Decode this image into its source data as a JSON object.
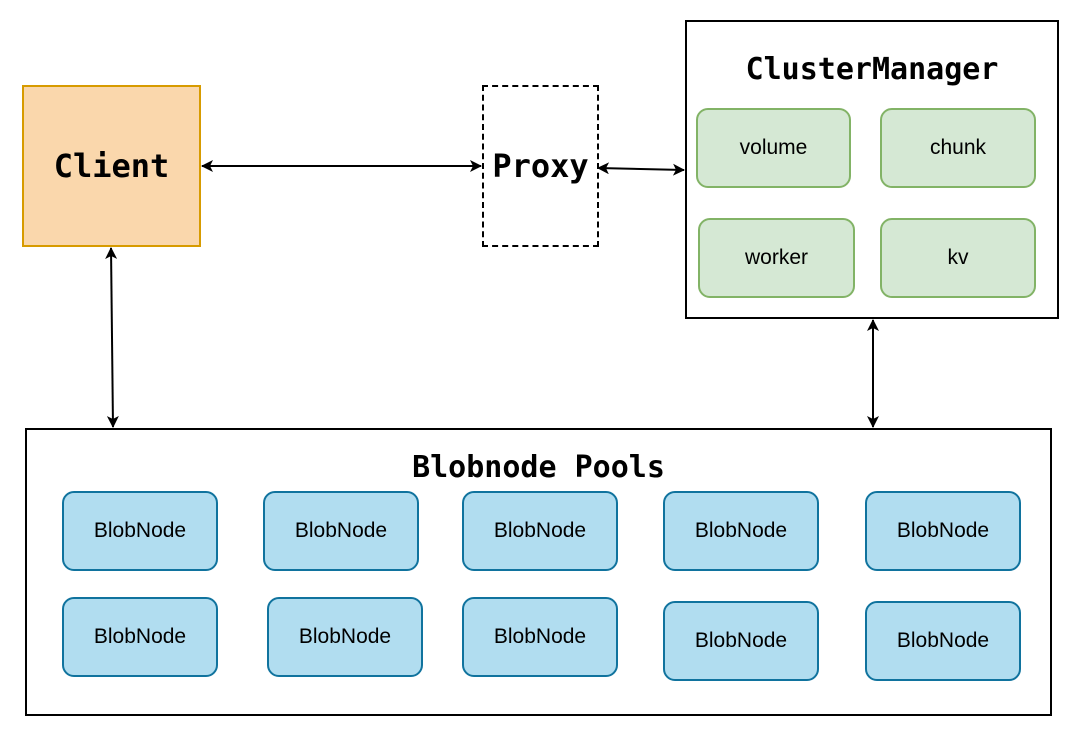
{
  "client": {
    "label": "Client"
  },
  "proxy": {
    "label": "Proxy"
  },
  "cluster_manager": {
    "title": "ClusterManager",
    "components": [
      "volume",
      "chunk",
      "worker",
      "kv"
    ]
  },
  "blobnode_pools": {
    "title": "Blobnode Pools",
    "nodes": [
      "BlobNode",
      "BlobNode",
      "BlobNode",
      "BlobNode",
      "BlobNode",
      "BlobNode",
      "BlobNode",
      "BlobNode",
      "BlobNode",
      "BlobNode"
    ]
  },
  "colors": {
    "client_fill": "#fad7ac",
    "client_stroke": "#d79b00",
    "component_fill": "#d5e8d4",
    "component_stroke": "#82b366",
    "node_fill": "#b1ddf0",
    "node_stroke": "#10739e"
  }
}
